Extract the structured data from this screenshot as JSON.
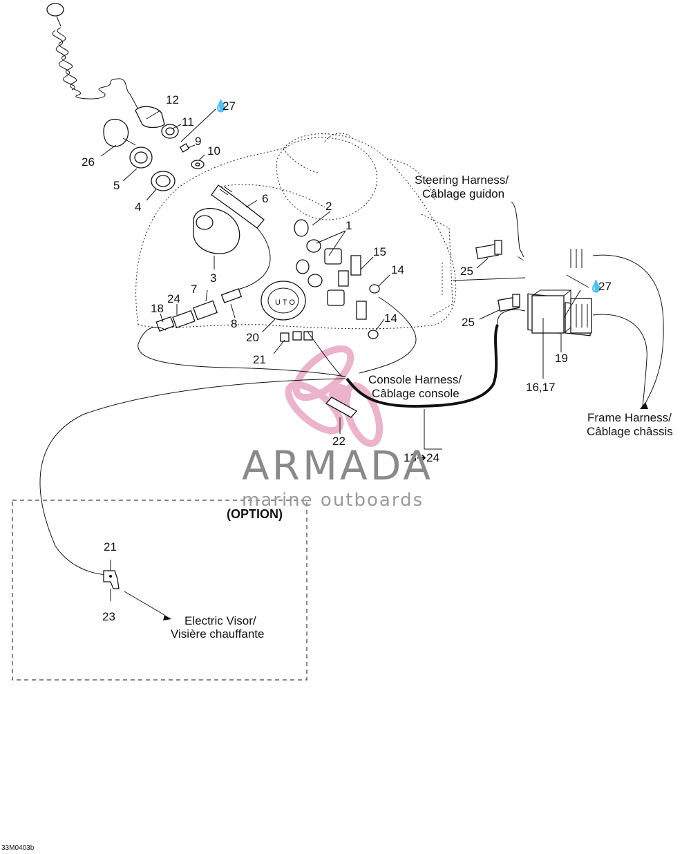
{
  "callouts": {
    "c1": "1",
    "c2": "2",
    "c3": "3",
    "c4": "4",
    "c5": "5",
    "c6": "6",
    "c7": "7",
    "c8": "8",
    "c9": "9",
    "c10": "10",
    "c11": "11",
    "c12": "12",
    "c14a": "14",
    "c14b": "14",
    "c15": "15",
    "c1617": "16,17",
    "c18": "18",
    "c19": "19",
    "c20": "20",
    "c21a": "21",
    "c21b": "21",
    "c22": "22",
    "c23": "23",
    "c24": "24",
    "c25a": "25",
    "c25b": "25",
    "c26": "26",
    "c27a": "27",
    "c27b": "27",
    "c1324": "13➔24"
  },
  "harness_labels": {
    "steering_l1": "Steering Harness/",
    "steering_l2": "Câblage guidon",
    "console_l1": "Console Harness/",
    "console_l2": "Câblage console",
    "frame_l1": "Frame Harness/",
    "frame_l2": "Câblage châssis"
  },
  "option": {
    "title": "(OPTION)",
    "visor_l1": "Electric Visor/",
    "visor_l2": "Visière chauffante"
  },
  "watermark": {
    "brand": "ARMADA",
    "tagline": "marine outboards",
    "logo_color": "#e8a6c4",
    "text_color": "#8a8a8a"
  },
  "diagram_code": "33M0403b"
}
